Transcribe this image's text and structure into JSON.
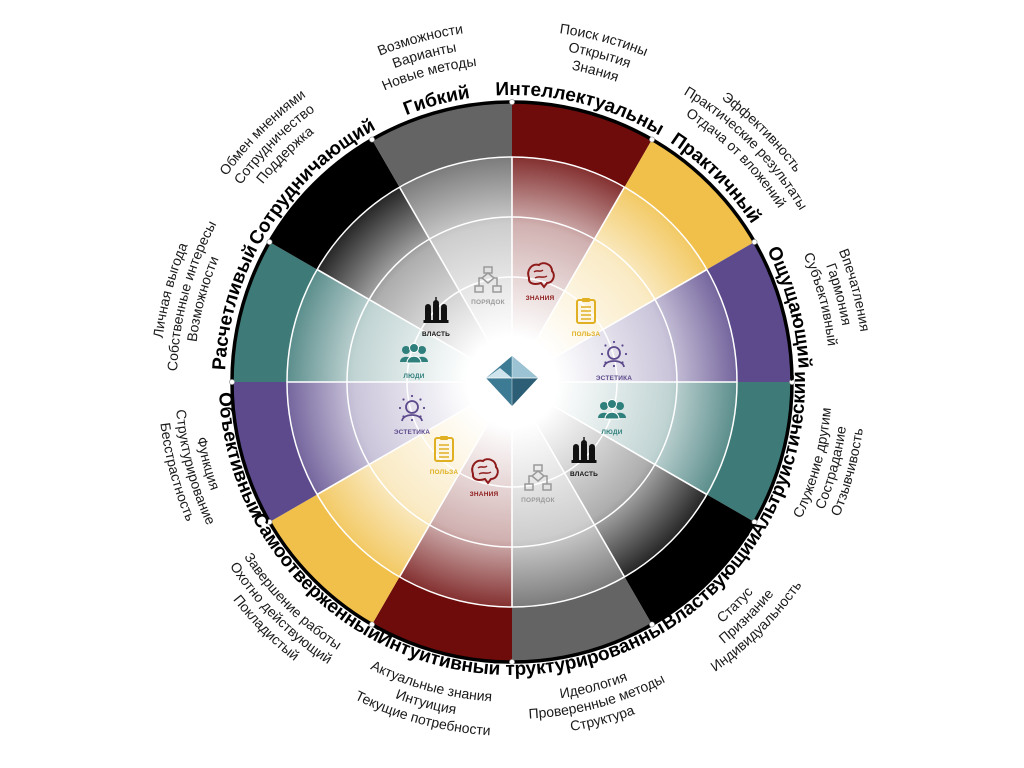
{
  "segments": [
    {
      "id": "intellectual",
      "title": "Интеллектуальный",
      "color": "#6e0b0b",
      "descriptors": [
        "Поиск истины",
        "Открытия",
        "Знания"
      ]
    },
    {
      "id": "practical",
      "title": "Практичный",
      "color": "#f0c04a",
      "descriptors": [
        "Эффективность",
        "Практические результаты",
        "Отдача от вложений"
      ]
    },
    {
      "id": "sensing",
      "title": "Ощущающий",
      "color": "#5c4a8c",
      "descriptors": [
        "Впечатления",
        "Гармония",
        "Субъективный"
      ]
    },
    {
      "id": "altruistic",
      "title": "Альтруистический",
      "color": "#3e7a78",
      "descriptors": [
        "Служение другим",
        "Сострадание",
        "Отзывчивость"
      ]
    },
    {
      "id": "dominant",
      "title": "Властвующий",
      "color": "#000000",
      "descriptors": [
        "Статус",
        "Признание",
        "Индивидуальность"
      ]
    },
    {
      "id": "structured",
      "title": "Структурированный",
      "color": "#646464",
      "descriptors": [
        "Идеология",
        "Проверенные методы",
        "Структура"
      ]
    },
    {
      "id": "intuitive",
      "title": "Интуитивный",
      "color": "#6e0b0b",
      "descriptors": [
        "Актуальные знания",
        "Интуиция",
        "Текущие потребности"
      ]
    },
    {
      "id": "selfless",
      "title": "Самоотверженный",
      "color": "#f0c04a",
      "descriptors": [
        "Завершение работы",
        "Охотно действующий",
        "Покладистый"
      ]
    },
    {
      "id": "objective",
      "title": "Объективный",
      "color": "#5c4a8c",
      "descriptors": [
        "Функция",
        "Структурирование",
        "Бесстрастность"
      ]
    },
    {
      "id": "calculating",
      "title": "Расчетливый",
      "color": "#3e7a78",
      "descriptors": [
        "Личная выгода",
        "Собственные интересы",
        "Возможности"
      ]
    },
    {
      "id": "cooperative",
      "title": "Сотрудничающий",
      "color": "#000000",
      "descriptors": [
        "Обмен мнениями",
        "Сотрудничество",
        "Поддержка"
      ]
    },
    {
      "id": "flexible",
      "title": "Гибкий",
      "color": "#646464",
      "descriptors": [
        "Возможности",
        "Варианты",
        "Новые методы"
      ]
    }
  ],
  "motivators": [
    {
      "id": "knowledge",
      "label": "ЗНАНИЯ",
      "icon": "brain-icon",
      "color": "#8e1a1a"
    },
    {
      "id": "utility",
      "label": "ПОЛЬЗА",
      "icon": "clipboard-icon",
      "color": "#e0b022"
    },
    {
      "id": "aesthetics",
      "label": "ЭСТЕТИКА",
      "icon": "person-head-icon",
      "color": "#5c4a8c"
    },
    {
      "id": "people",
      "label": "ЛЮДИ",
      "icon": "people-group-icon",
      "color": "#2f7f7c"
    },
    {
      "id": "power",
      "label": "ВЛАСТЬ",
      "icon": "chess-pieces-icon",
      "color": "#111111"
    },
    {
      "id": "order",
      "label": "ПОРЯДОК",
      "icon": "flowchart-icon",
      "color": "#9a9a9a"
    }
  ],
  "center": {
    "icon": "diamond-icon",
    "color": "#3d7a93"
  }
}
